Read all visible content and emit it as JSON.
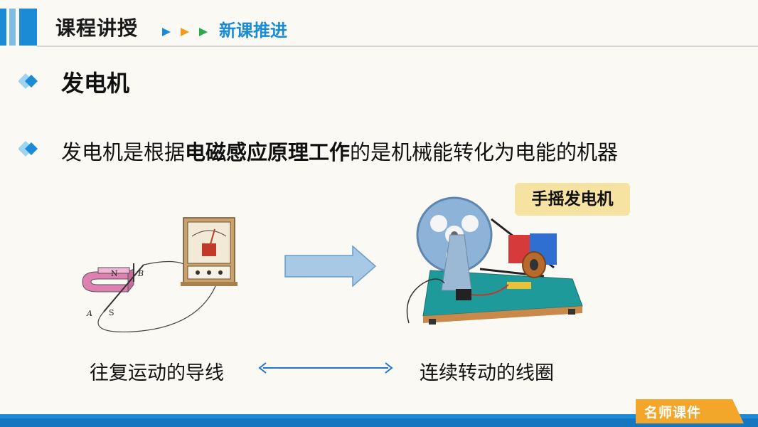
{
  "header": {
    "title": "课程讲授",
    "subtitle": "新课推进"
  },
  "section": {
    "heading": "发电机",
    "desc_before": "发电机是根据",
    "desc_bold": "电磁感应原理工作",
    "desc_after": "的是机械能转化为电能的机器"
  },
  "generator_tag": "手摇发电机",
  "diagram_labels": {
    "n": "N",
    "s": "S",
    "a": "A",
    "b": "B"
  },
  "captions": {
    "left": "往复运动的导线",
    "right": "连续转动的线圈"
  },
  "footer": {
    "brand": "名师课件"
  },
  "colors": {
    "accent": "#1b8bd6",
    "tag_bg": "#f6e3a2",
    "arrow_fill": "#a7c9e6"
  }
}
